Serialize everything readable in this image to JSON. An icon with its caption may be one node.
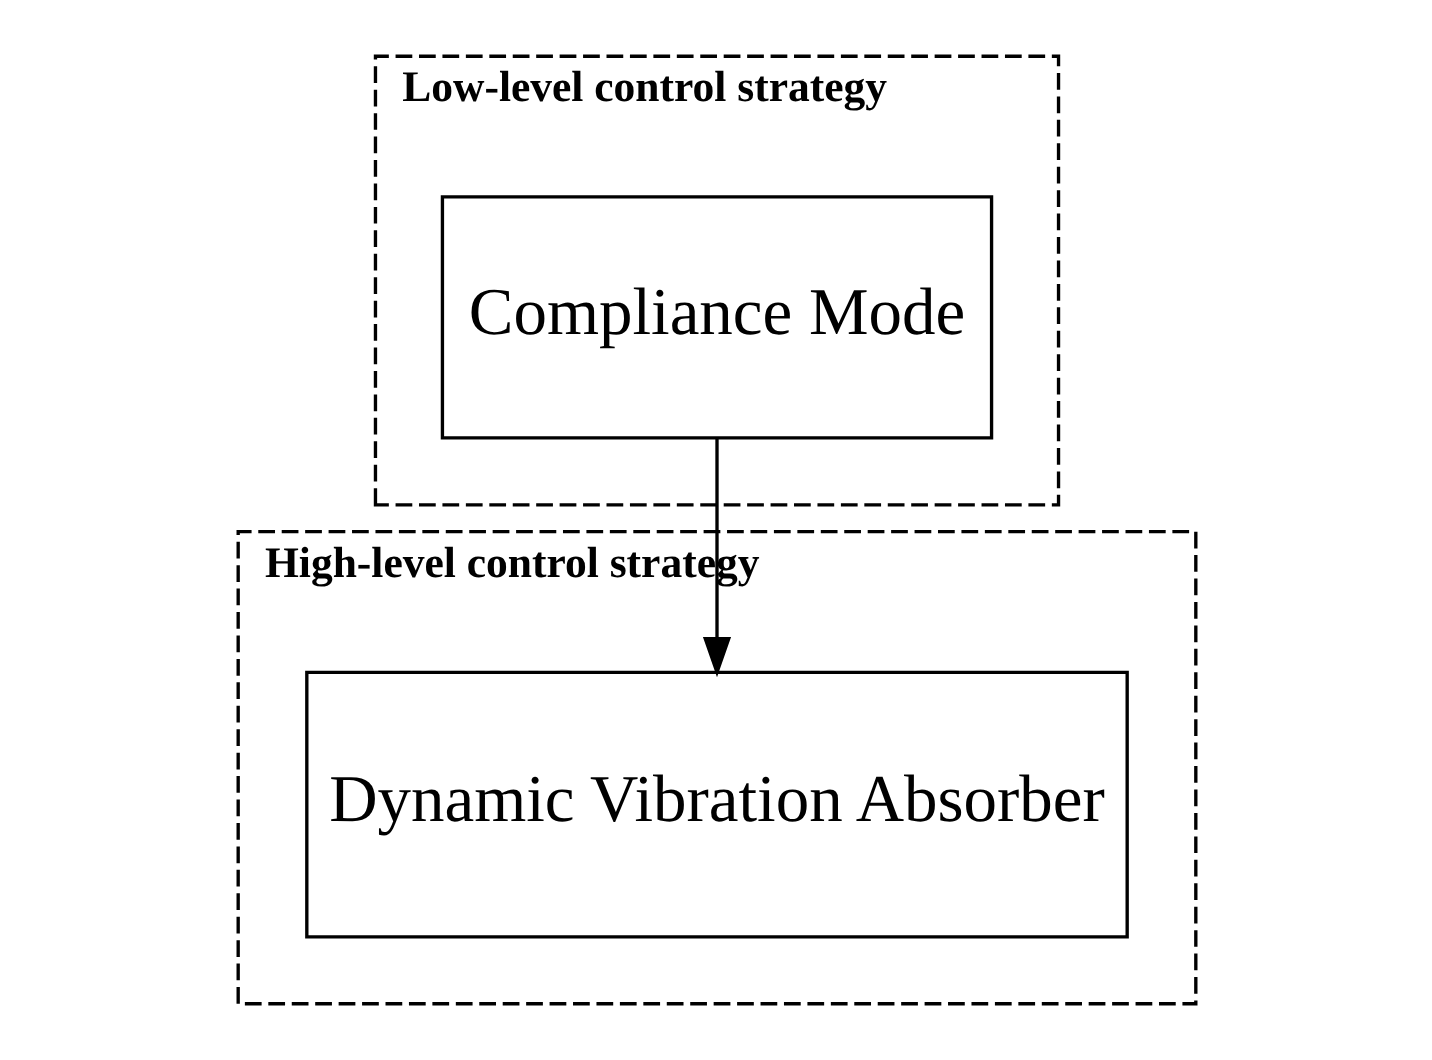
{
  "diagram": {
    "nodes": [
      {
        "text": [
          "Low-level control strategy"
        ]
      },
      {
        "text": [
          "Compliance Mode"
        ],
        "in": 0
      },
      {
        "text": [
          "High-level control strategy"
        ]
      },
      {
        "text": [
          "Dynamic Vibration Absorber"
        ],
        "in": 2
      }
    ],
    "edges": [
      {
        "from": 1,
        "to": 3,
        "arrow": "to"
      }
    ]
  }
}
